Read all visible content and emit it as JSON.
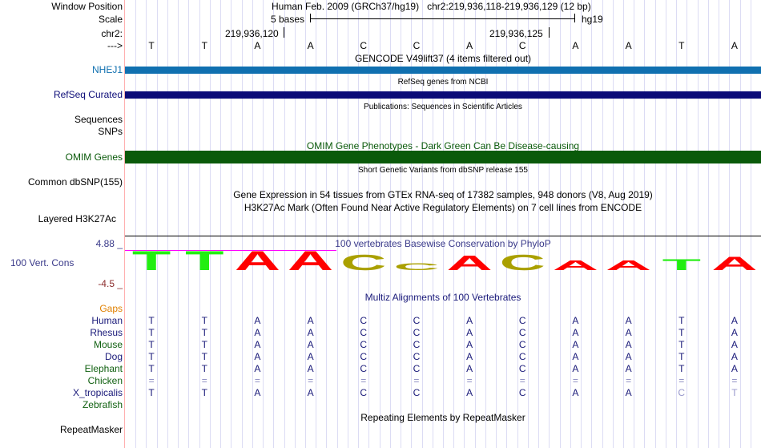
{
  "header": {
    "window_position_label": "Window Position",
    "scale_label": "Scale",
    "chr_label": "chr2:",
    "strand_label": "--->",
    "position_text": "Human Feb. 2009 (GRCh37/hg19)   chr2:219,936,118-219,936,129 (12 bp)",
    "scale_text": "5 bases",
    "assembly": "hg19",
    "coord_left": "219,936,120",
    "coord_right": "219,936,125"
  },
  "bases": [
    "T",
    "T",
    "A",
    "A",
    "C",
    "C",
    "A",
    "C",
    "A",
    "A",
    "T",
    "A"
  ],
  "tracks": {
    "gencode_title": "GENCODE V49lift37 (4 items filtered out)",
    "nhej1_label": "NHEJ1",
    "refseq_title": "RefSeq genes from NCBI",
    "refseq_label": "RefSeq Curated",
    "pubs_title": "Publications: Sequences in Scientific Articles",
    "sequences_label": "Sequences",
    "snps_label": "SNPs",
    "omim_title": "OMIM Gene Phenotypes - Dark Green Can Be Disease-causing",
    "omim_label": "OMIM Genes",
    "dbsnp_title": "Short Genetic Variants from dbSNP release 155",
    "dbsnp_label": "Common dbSNP(155)",
    "gtex_title": "Gene Expression in 54 tissues from GTEx RNA-seq of 17382 samples, 948 donors (V8, Aug 2019)",
    "h3k_title": "H3K27Ac Mark (Often Found Near Active Regulatory Elements) on 7 cell lines from ENCODE",
    "h3k_label": "Layered H3K27Ac",
    "cons_title": "100 vertebrates Basewise Conservation by PhyloP",
    "cons_label": "100 Vert. Cons",
    "cons_max": "4.88 _",
    "cons_min": "-4.5 _",
    "multiz_title": "Multiz Alignments of 100 Vertebrates",
    "gaps_label": "Gaps",
    "repeat_title": "Repeating Elements by RepeatMasker",
    "repeat_label": "RepeatMasker"
  },
  "conservation_scores": [
    4.5,
    4.5,
    4.5,
    4.5,
    3.6,
    1.6,
    3.4,
    3.6,
    2.3,
    2.3,
    2.5,
    3.1
  ],
  "colors": {
    "A": "#ff0000",
    "C": "#aaa000",
    "T": "#22ee11",
    "gencode": "#1070b0",
    "refseq": "#0c0c78",
    "omim": "#0a5a0a",
    "species_blue": "#1a1a7a",
    "species_green": "#106010",
    "gaps": "#e08000"
  },
  "species": [
    {
      "name": "Human",
      "color": "blue",
      "bases": [
        "T",
        "T",
        "A",
        "A",
        "C",
        "C",
        "A",
        "C",
        "A",
        "A",
        "T",
        "A"
      ]
    },
    {
      "name": "Rhesus",
      "color": "blue",
      "bases": [
        "T",
        "T",
        "A",
        "A",
        "C",
        "C",
        "A",
        "C",
        "A",
        "A",
        "T",
        "A"
      ]
    },
    {
      "name": "Mouse",
      "color": "green",
      "bases": [
        "T",
        "T",
        "A",
        "A",
        "C",
        "C",
        "A",
        "C",
        "A",
        "A",
        "T",
        "A"
      ]
    },
    {
      "name": "Dog",
      "color": "blue",
      "bases": [
        "T",
        "T",
        "A",
        "A",
        "C",
        "C",
        "A",
        "C",
        "A",
        "A",
        "T",
        "A"
      ]
    },
    {
      "name": "Elephant",
      "color": "green",
      "bases": [
        "T",
        "T",
        "A",
        "A",
        "C",
        "C",
        "A",
        "C",
        "A",
        "A",
        "T",
        "A"
      ]
    },
    {
      "name": "Chicken",
      "color": "green",
      "bases": [
        "=",
        "=",
        "=",
        "=",
        "=",
        "=",
        "=",
        "=",
        "=",
        "=",
        "=",
        "="
      ]
    },
    {
      "name": "X_tropicalis",
      "color": "blue",
      "bases": [
        "T",
        "T",
        "A",
        "A",
        "C",
        "C",
        "A",
        "C",
        "A",
        "A",
        "C",
        "T"
      ]
    },
    {
      "name": "Zebrafish",
      "color": "green",
      "bases": []
    }
  ]
}
